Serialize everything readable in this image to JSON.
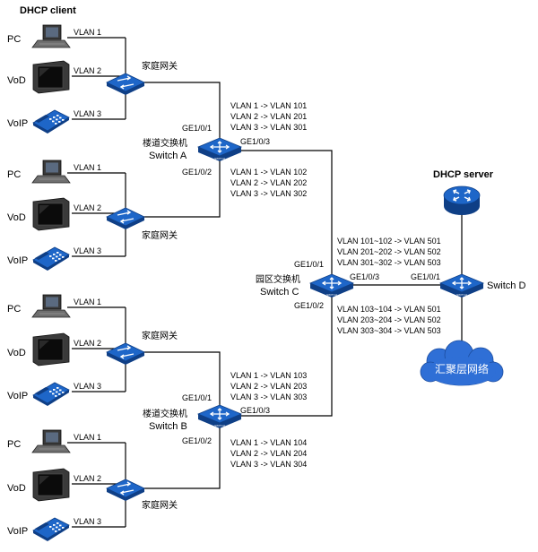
{
  "headers": {
    "client": "DHCP client",
    "server": "DHCP server"
  },
  "groups": [
    {
      "devices": [
        {
          "name": "PC",
          "vlan": "VLAN 1"
        },
        {
          "name": "VoD",
          "vlan": "VLAN 2"
        },
        {
          "name": "VoIP",
          "vlan": "VLAN 3"
        }
      ],
      "gateway": "家庭网关"
    },
    {
      "devices": [
        {
          "name": "PC",
          "vlan": "VLAN 1"
        },
        {
          "name": "VoD",
          "vlan": "VLAN 2"
        },
        {
          "name": "VoIP",
          "vlan": "VLAN 3"
        }
      ],
      "gateway": "家庭网关"
    },
    {
      "devices": [
        {
          "name": "PC",
          "vlan": "VLAN 1"
        },
        {
          "name": "VoD",
          "vlan": "VLAN 2"
        },
        {
          "name": "VoIP",
          "vlan": "VLAN 3"
        }
      ],
      "gateway": "家庭网关"
    },
    {
      "devices": [
        {
          "name": "PC",
          "vlan": "VLAN 1"
        },
        {
          "name": "VoD",
          "vlan": "VLAN 2"
        },
        {
          "name": "VoIP",
          "vlan": "VLAN 3"
        }
      ],
      "gateway": "家庭网关"
    }
  ],
  "switch_a": {
    "role": "楼道交换机",
    "name": "Switch A",
    "ports": {
      "up": "GE1/0/1",
      "down": "GE1/0/2",
      "uplink": "GE1/0/3"
    },
    "map_up": [
      "VLAN 1 -> VLAN 101",
      "VLAN 2 -> VLAN 201",
      "VLAN 3 -> VLAN 301"
    ],
    "map_down": [
      "VLAN 1 -> VLAN 102",
      "VLAN 2 -> VLAN 202",
      "VLAN 3 -> VLAN 302"
    ]
  },
  "switch_b": {
    "role": "楼道交换机",
    "name": "Switch B",
    "ports": {
      "up": "GE1/0/1",
      "down": "GE1/0/2",
      "uplink": "GE1/0/3"
    },
    "map_up": [
      "VLAN 1 -> VLAN 103",
      "VLAN 2 -> VLAN 203",
      "VLAN 3 -> VLAN 303"
    ],
    "map_down": [
      "VLAN 1 -> VLAN 104",
      "VLAN 2 -> VLAN 204",
      "VLAN 3 -> VLAN 304"
    ]
  },
  "switch_c": {
    "role": "园区交换机",
    "name": "Switch C",
    "ports": {
      "up": "GE1/0/1",
      "down": "GE1/0/2",
      "uplink": "GE1/0/3"
    }
  },
  "switch_d": {
    "name": "Switch D",
    "port": "GE1/0/1",
    "map_up": [
      "VLAN 101~102 -> VLAN 501",
      "VLAN 201~202 -> VLAN 502",
      "VLAN 301~302 -> VLAN 503"
    ],
    "map_down": [
      "VLAN 103~104 -> VLAN 501",
      "VLAN 203~204 -> VLAN 502",
      "VLAN 303~304 -> VLAN 503"
    ]
  },
  "cloud": "汇聚层网络",
  "colors": {
    "device_blue": "#1e66c8",
    "device_dark": "#0f3f86",
    "pc_grey": "#3a3a3a"
  }
}
